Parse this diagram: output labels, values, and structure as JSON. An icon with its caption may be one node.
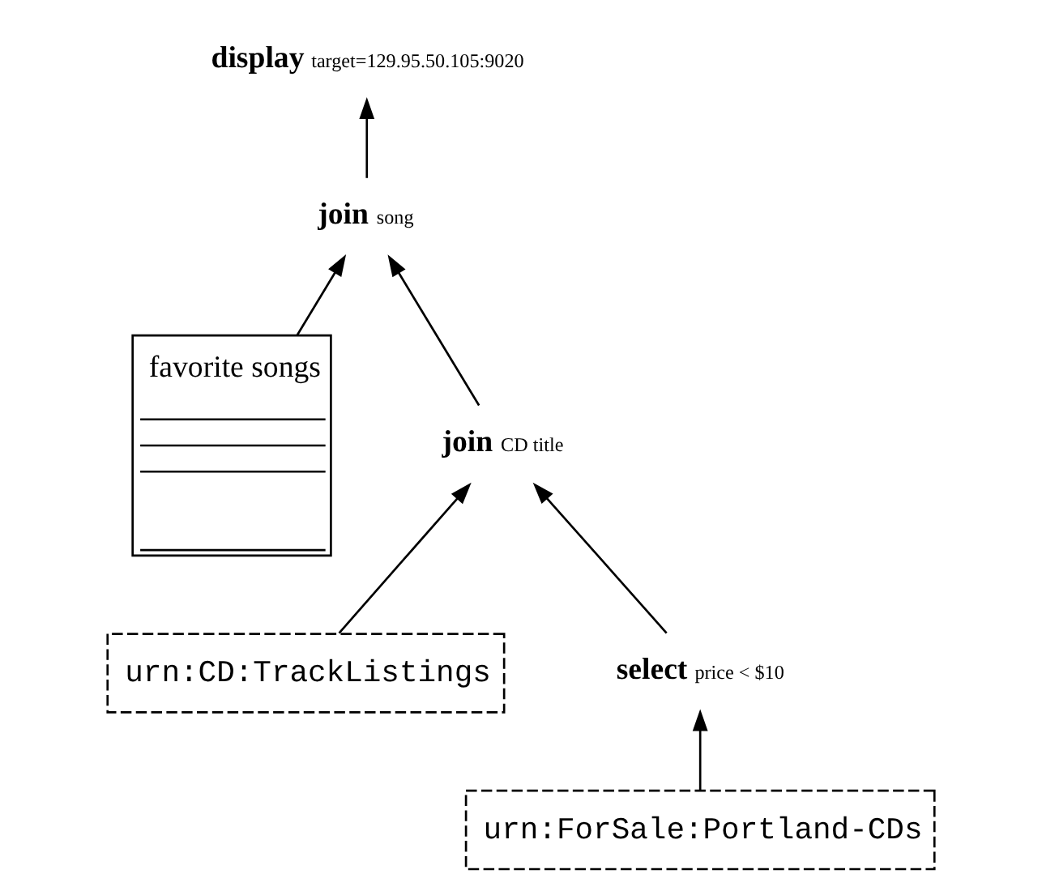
{
  "diagram": {
    "nodes": [
      {
        "text": [
          "display"
        ],
        "beside": [
          "target=129.95.50.105:9020"
        ]
      },
      {
        "text": [
          "join"
        ],
        "beside": [
          "song"
        ]
      },
      {
        "text": [
          "favorite songs"
        ]
      },
      {
        "text": [
          "join"
        ],
        "beside": [
          "CD title"
        ]
      },
      {
        "text": [
          "urn:CD:TrackListings"
        ]
      },
      {
        "text": [
          "select"
        ],
        "beside": [
          "price < $10"
        ]
      },
      {
        "text": [
          "urn:ForSale:Portland-CDs"
        ]
      }
    ],
    "edges": [
      {
        "from": 1,
        "to": 0,
        "arrow": "to"
      },
      {
        "from": 2,
        "to": 1,
        "arrow": "to"
      },
      {
        "from": 3,
        "to": 1,
        "arrow": "to"
      },
      {
        "from": 4,
        "to": 3,
        "arrow": "to"
      },
      {
        "from": 5,
        "to": 3,
        "arrow": "to"
      },
      {
        "from": 6,
        "to": 5,
        "arrow": "to"
      }
    ]
  }
}
